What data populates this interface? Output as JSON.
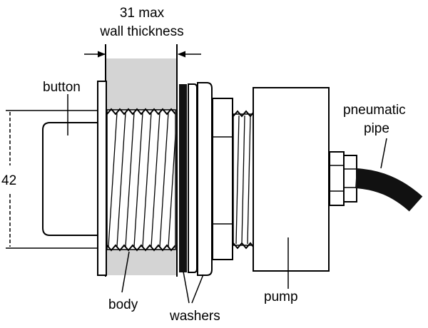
{
  "labels": {
    "wall_line1": "31 max",
    "wall_line2": "wall thickness",
    "button": "button",
    "dimension": "42",
    "body": "body",
    "washers": "washers",
    "pump": "pump",
    "pneumatic_line1": "pneumatic",
    "pneumatic_line2": "pipe"
  },
  "colors": {
    "wall": "#d4d4d4",
    "outline": "#000000",
    "background": "#ffffff",
    "hose": "#111111"
  }
}
